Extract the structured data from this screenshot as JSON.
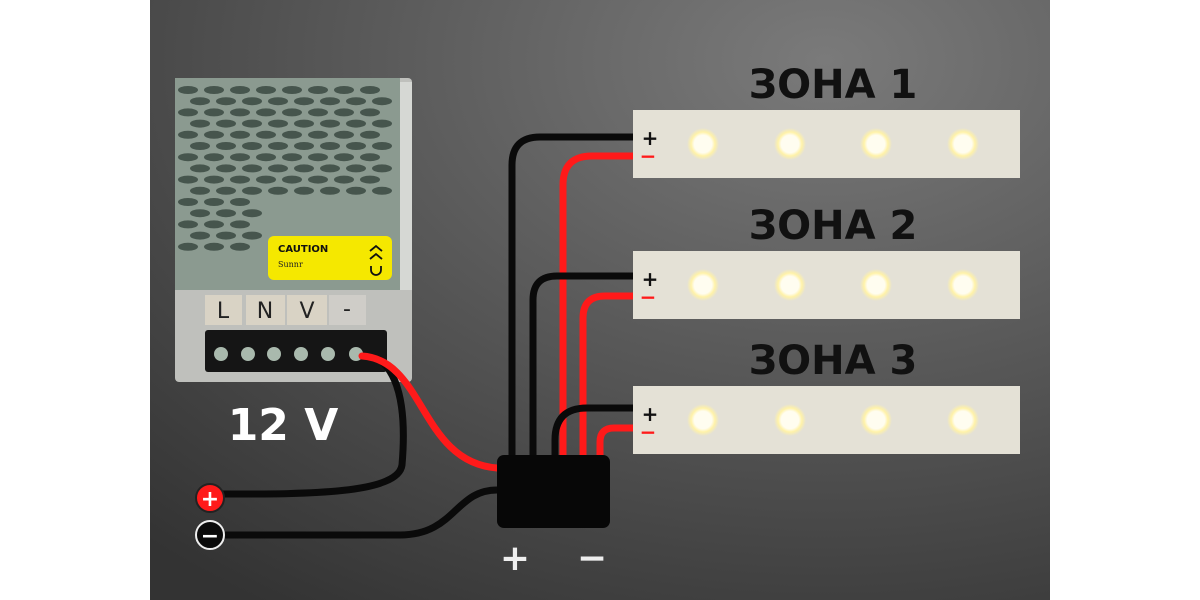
{
  "zones": [
    {
      "label": "ЗОНА 1",
      "plus": "+",
      "minus": "−"
    },
    {
      "label": "ЗОНА 2",
      "plus": "+",
      "minus": "−"
    },
    {
      "label": "ЗОНА 3",
      "plus": "+",
      "minus": "−"
    }
  ],
  "power_supply": {
    "voltage": "12 V",
    "caution_title": "CAUTION",
    "caution_sub": "Sunnr",
    "terminals": [
      "L",
      "N",
      "V",
      "-"
    ]
  },
  "junction": {
    "plus": "+",
    "minus": "−"
  },
  "input_plus": "+",
  "input_minus": "−",
  "colors": {
    "positive": "#ff1a1a",
    "negative": "#0a0a0a",
    "strip": "#e4e1d6",
    "label": "#f5e800"
  }
}
